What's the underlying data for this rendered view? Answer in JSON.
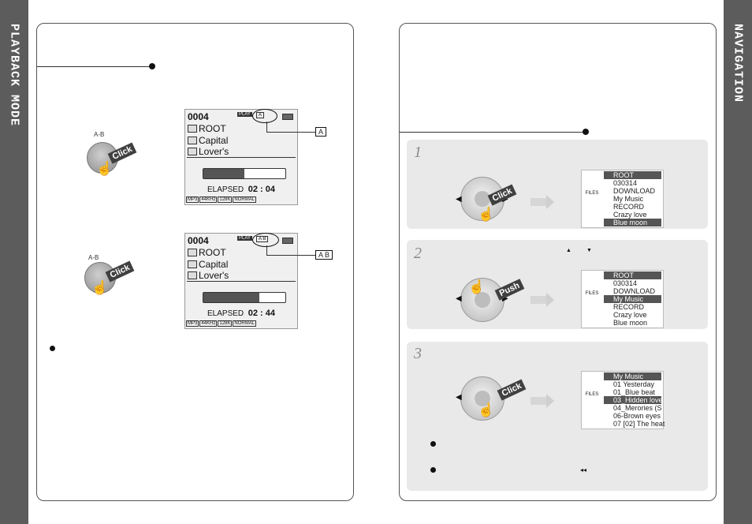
{
  "left_tab": {
    "label": "PLAYBACK MODE"
  },
  "right_tab": {
    "label": "NAVIGATION"
  },
  "screens": {
    "top": {
      "track_no": "0004",
      "folder": "ROOT",
      "artist": "Capital",
      "title": "Lover's",
      "play": "PLAY",
      "repeat": "A",
      "elapsed_label": "ELAPSED",
      "elapsed_time": "02 : 04",
      "progress": 0.5,
      "format": "MP3",
      "rate": "44KHz",
      "bitrate": "128K",
      "eq": "NORMAL",
      "callout": "A"
    },
    "bottom": {
      "track_no": "0004",
      "folder": "ROOT",
      "artist": "Capital",
      "title": "Lover's",
      "play": "PLAY",
      "repeat": "A B",
      "elapsed_label": "ELAPSED",
      "elapsed_time": "02 : 44",
      "progress": 0.68,
      "format": "MP3",
      "rate": "44KHz",
      "bitrate": "128K",
      "eq": "NORMAL",
      "callout": "A B"
    }
  },
  "knobs": {
    "ab_label": "A-B",
    "click": "Click"
  },
  "steps": [
    {
      "num": "1",
      "action": "Click",
      "files_label": "FILES",
      "items": [
        {
          "text": "ROOT",
          "sel": true
        },
        {
          "text": "030314",
          "sel": false
        },
        {
          "text": "DOWNLOAD",
          "sel": false
        },
        {
          "text": "My Music",
          "sel": false
        },
        {
          "text": "RECORD",
          "sel": false
        },
        {
          "text": "Crazy love",
          "sel": false
        },
        {
          "text": "Blue moon",
          "sel": true
        }
      ]
    },
    {
      "num": "2",
      "action": "Push",
      "nav_up": "▲",
      "nav_down": "▼",
      "files_label": "FILES",
      "items": [
        {
          "text": "ROOT",
          "sel": true
        },
        {
          "text": "030314",
          "sel": false
        },
        {
          "text": "DOWNLOAD",
          "sel": false
        },
        {
          "text": "My Music",
          "sel": true
        },
        {
          "text": "RECORD",
          "sel": false
        },
        {
          "text": "Crazy love",
          "sel": false
        },
        {
          "text": "Blue moon",
          "sel": false
        }
      ]
    },
    {
      "num": "3",
      "action": "Click",
      "files_label": "FILES",
      "items": [
        {
          "text": "My Music",
          "sel": true
        },
        {
          "text": "01 Yesterday",
          "sel": false
        },
        {
          "text": "01_Blue beat",
          "sel": false
        },
        {
          "text": "03_Hidden love",
          "sel": true
        },
        {
          "text": "04_Merories (S",
          "sel": false
        },
        {
          "text": "06-Brown eyes",
          "sel": false
        },
        {
          "text": "07 [02] The heat",
          "sel": false
        }
      ]
    }
  ],
  "note_icon": "◂◂",
  "colors": {
    "tab": "#5c5c5c",
    "step_bg": "#e9e9e9",
    "select": "#555555"
  }
}
